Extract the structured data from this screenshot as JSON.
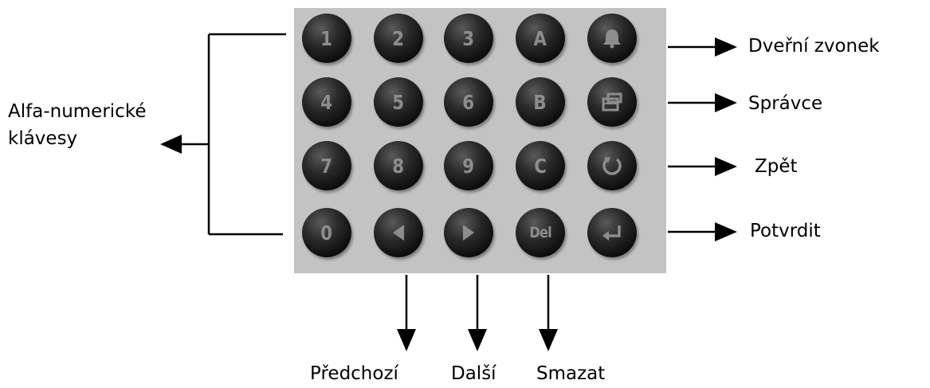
{
  "keypad": {
    "rows": [
      [
        {
          "label": "1"
        },
        {
          "label": "2"
        },
        {
          "label": "3"
        },
        {
          "label": "A"
        },
        {
          "icon": "bell-icon"
        }
      ],
      [
        {
          "label": "4"
        },
        {
          "label": "5"
        },
        {
          "label": "6"
        },
        {
          "label": "B"
        },
        {
          "icon": "admin-icon"
        }
      ],
      [
        {
          "label": "7"
        },
        {
          "label": "8"
        },
        {
          "label": "9"
        },
        {
          "label": "C"
        },
        {
          "icon": "back-arrow-icon"
        }
      ],
      [
        {
          "label": "0"
        },
        {
          "icon": "left-triangle-icon"
        },
        {
          "icon": "right-triangle-icon"
        },
        {
          "label": "Del"
        },
        {
          "icon": "enter-icon"
        }
      ]
    ]
  },
  "callouts": {
    "alphanumeric_line1": "Alfa-numerické",
    "alphanumeric_line2": "klávesy",
    "doorbell": "Dveřní zvonek",
    "admin": "Správce",
    "back": "Zpět",
    "confirm": "Potvrdit",
    "previous": "Předchozí",
    "next": "Další",
    "delete": "Smazat"
  },
  "colors": {
    "panel": "#c3c3c3",
    "key": "#111111",
    "key_label": "#8d8d8d",
    "line": "#000000"
  }
}
